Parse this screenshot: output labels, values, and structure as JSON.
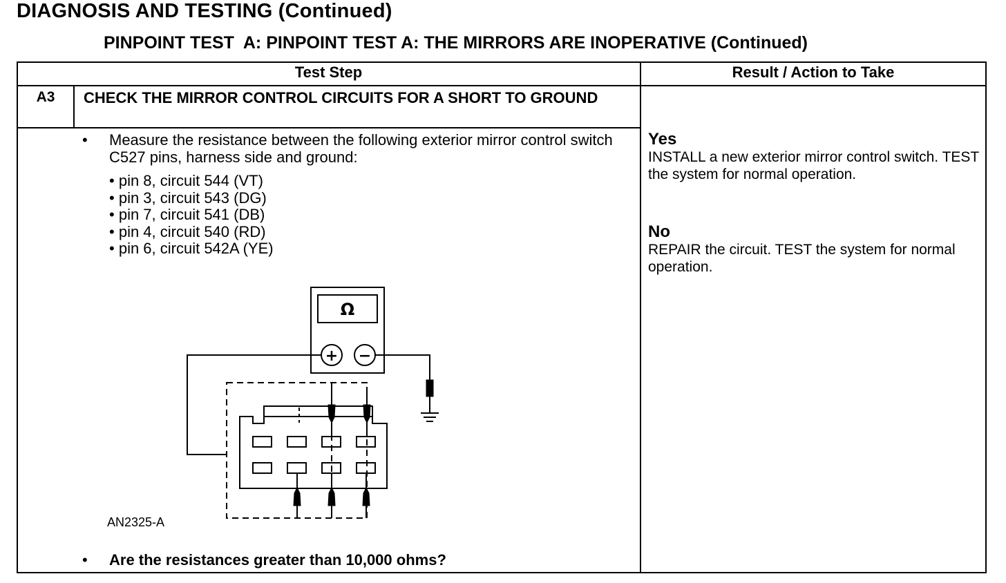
{
  "header": {
    "title": "DIAGNOSIS AND TESTING (Continued)",
    "subtitle": "PINPOINT TEST  A: PINPOINT TEST A: THE MIRRORS ARE INOPERATIVE (Continued)"
  },
  "table": {
    "col_test_step": "Test Step",
    "col_result": "Result / Action to Take",
    "step": {
      "id": "A3",
      "title": "CHECK THE MIRROR CONTROL CIRCUITS FOR A SHORT TO GROUND",
      "bullet": "•",
      "instruction": "Measure the resistance between the following exterior mirror control switch C527 pins, harness side and ground:",
      "pins": [
        "pin 8, circuit 544 (VT)",
        "pin 3, circuit 543 (DG)",
        "pin 7, circuit 541 (DB)",
        "pin 4, circuit 540 (RD)",
        "pin 6, circuit 542A (YE)"
      ],
      "figure": {
        "meter_symbol": "Ω",
        "positive_symbol": "+",
        "negative_symbol": "−",
        "figure_id": "AN2325-A"
      },
      "question": "Are the resistances greater than 10,000 ohms?"
    },
    "results": {
      "yes_label": "Yes",
      "yes_text": "INSTALL a new exterior mirror control switch. TEST the system for normal operation.",
      "no_label": "No",
      "no_text": "REPAIR the circuit. TEST the system for normal operation."
    }
  }
}
